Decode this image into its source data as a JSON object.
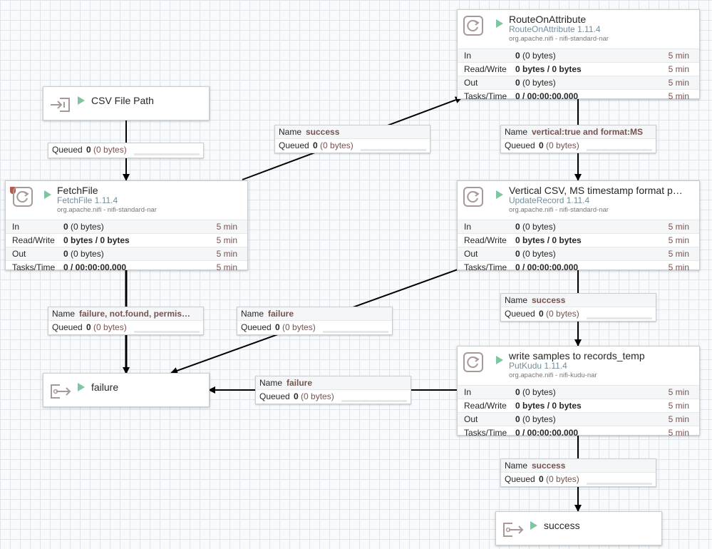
{
  "processors": {
    "route": {
      "name": "RouteOnAttribute",
      "type": "RouteOnAttribute 1.11.4",
      "bundle": "org.apache.nifi - nifi-standard-nar"
    },
    "fetch": {
      "name": "FetchFile",
      "type": "FetchFile 1.11.4",
      "bundle": "org.apache.nifi - nifi-standard-nar"
    },
    "update": {
      "name": "Vertical CSV, MS timestamp format p…",
      "type": "UpdateRecord 1.11.4",
      "bundle": "org.apache.nifi - nifi-standard-nar"
    },
    "put": {
      "name": "write samples to records_temp",
      "type": "PutKudu 1.11.4",
      "bundle": "org.apache.nifi - nifi-kudu-nar"
    }
  },
  "stats": {
    "labels": {
      "in": "In",
      "rw": "Read/Write",
      "out": "Out",
      "tasks": "Tasks/Time"
    },
    "values": {
      "in_count": "0",
      "in_bytes": "(0 bytes)",
      "rw": "0 bytes / 0 bytes",
      "out_count": "0",
      "out_bytes": "(0 bytes)",
      "tasks": "0 / 00:00:00.000"
    },
    "window": "5 min"
  },
  "ports": {
    "csv_path": "CSV File Path",
    "failure": "failure",
    "success": "success"
  },
  "connections": {
    "name_label": "Name",
    "queued_label": "Queued",
    "queued_count": "0",
    "queued_bytes": "(0 bytes)",
    "csv_to_fetch": {
      "name": ""
    },
    "fetch_to_route": {
      "name": "success"
    },
    "route_to_update": {
      "name": "vertical:true and format:MS"
    },
    "fetch_to_failure": {
      "name": "failure, not.found, permis…"
    },
    "update_to_failure": {
      "name": "failure"
    },
    "update_to_put": {
      "name": "success"
    },
    "put_to_failure": {
      "name": "failure"
    },
    "put_to_success": {
      "name": "success"
    }
  },
  "colors": {
    "run": "#7dc7a0",
    "value_brown": "#775351",
    "type_blue": "#728e9b",
    "warning": "#ba554a"
  }
}
